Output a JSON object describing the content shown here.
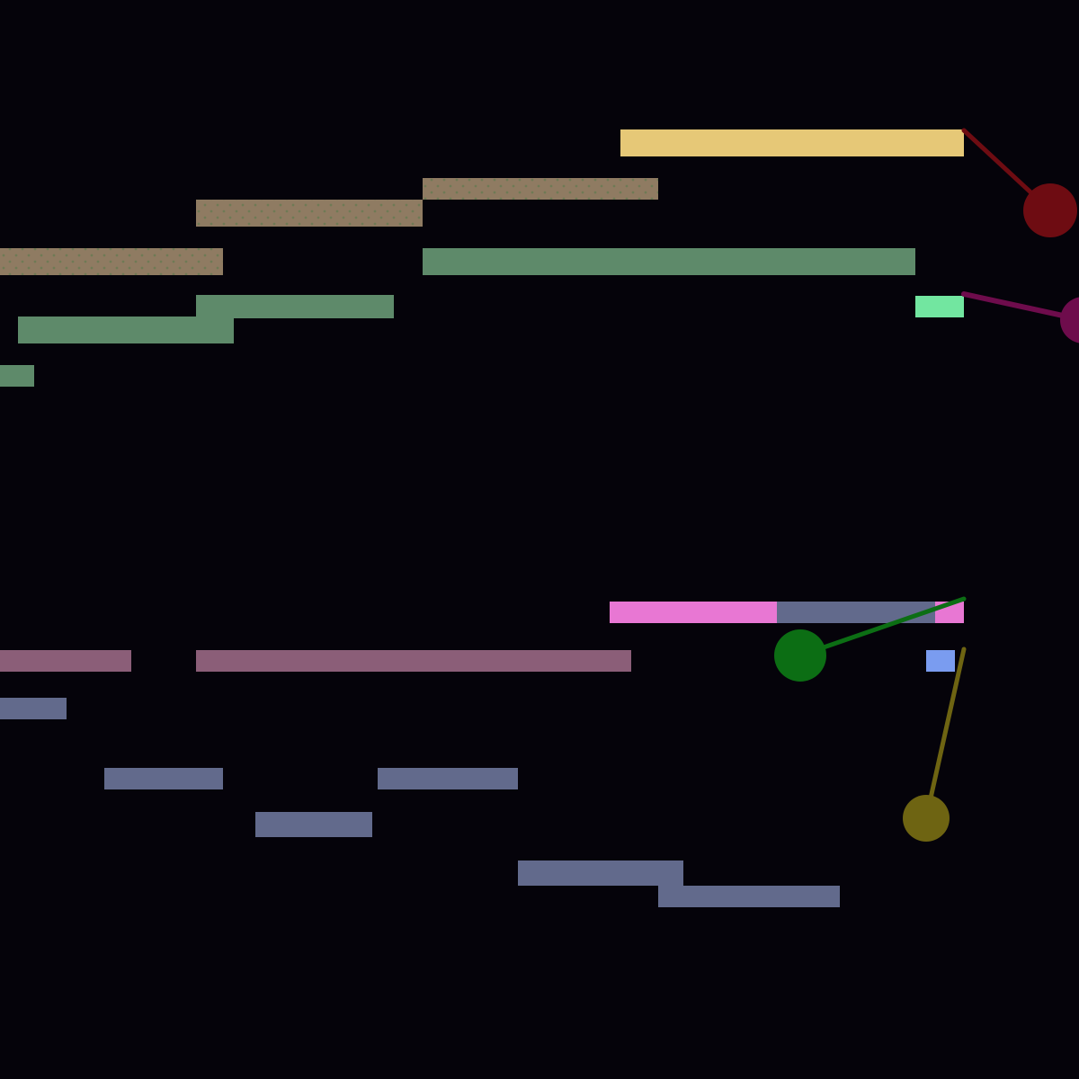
{
  "colors": {
    "background": "#05030a",
    "gold": "#e6c877",
    "tan": "#8f7b62",
    "sage": "#5e8a6a",
    "mint": "#72e6a0",
    "pink": "#e877d3",
    "mauve": "#8b5e78",
    "slate": "#626a8c",
    "light-blue": "#7a9cf0",
    "dark-red": "#6e0c12",
    "plum": "#6e0c4c",
    "forest-green": "#0c6e14",
    "olive": "#6e6412"
  },
  "bars": [
    {
      "name": "bar-gold",
      "color": "gold"
    },
    {
      "name": "bar-tan-1",
      "color": "tan"
    },
    {
      "name": "bar-tan-2",
      "color": "tan"
    },
    {
      "name": "bar-tan-3",
      "color": "tan"
    },
    {
      "name": "bar-sage-1",
      "color": "sage"
    },
    {
      "name": "bar-sage-2",
      "color": "sage"
    },
    {
      "name": "bar-sage-3",
      "color": "sage"
    },
    {
      "name": "bar-sage-4",
      "color": "sage"
    },
    {
      "name": "bar-sage-5",
      "color": "sage"
    },
    {
      "name": "bar-mint",
      "color": "mint"
    },
    {
      "name": "bar-pink-1",
      "color": "pink"
    },
    {
      "name": "bar-pink-2",
      "color": "pink"
    },
    {
      "name": "bar-slate-1",
      "color": "slate"
    },
    {
      "name": "bar-mauve-1",
      "color": "mauve"
    },
    {
      "name": "bar-mauve-2",
      "color": "mauve"
    },
    {
      "name": "bar-light-blue",
      "color": "light-blue"
    },
    {
      "name": "bar-slate-2",
      "color": "slate"
    },
    {
      "name": "bar-slate-3",
      "color": "slate"
    },
    {
      "name": "bar-slate-4",
      "color": "slate"
    },
    {
      "name": "bar-slate-5",
      "color": "slate"
    },
    {
      "name": "bar-slate-6",
      "color": "slate"
    },
    {
      "name": "bar-slate-7",
      "color": "slate"
    }
  ],
  "pendulums": [
    {
      "name": "pendulum-dark-red",
      "color": "dark-red"
    },
    {
      "name": "pendulum-plum",
      "color": "plum"
    },
    {
      "name": "pendulum-forest-green",
      "color": "forest-green"
    },
    {
      "name": "pendulum-olive",
      "color": "olive"
    }
  ]
}
